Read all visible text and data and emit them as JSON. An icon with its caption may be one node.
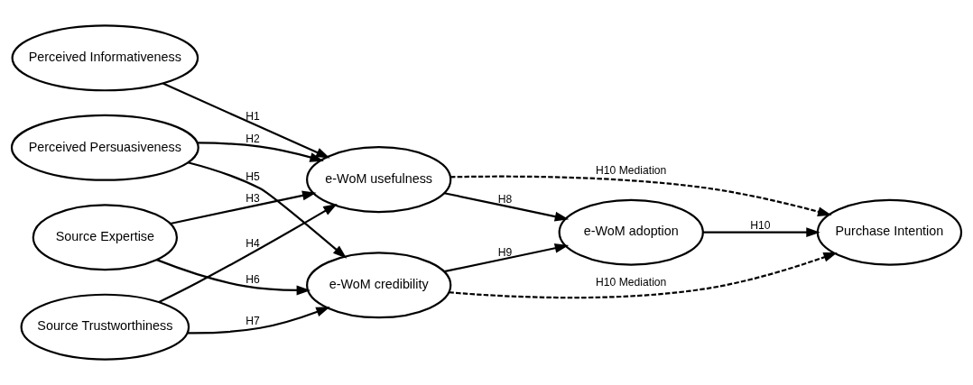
{
  "diagram": {
    "nodes": [
      {
        "text": [
          "Perceived Informativeness"
        ]
      },
      {
        "text": [
          "Perceived Persuasiveness"
        ]
      },
      {
        "text": [
          "Source Expertise"
        ]
      },
      {
        "text": [
          "Source Trustworthiness"
        ]
      },
      {
        "text": [
          "e-WoM usefulness"
        ]
      },
      {
        "text": [
          "e-WoM credibility"
        ]
      },
      {
        "text": [
          "e-WoM adoption"
        ]
      },
      {
        "text": [
          "Purchase Intention"
        ]
      }
    ],
    "edges": [
      {
        "from": 0,
        "to": 4,
        "arrow": "to",
        "label": "H1"
      },
      {
        "from": 1,
        "to": 4,
        "arrow": "to",
        "label": "H2"
      },
      {
        "from": 1,
        "to": 5,
        "arrow": "to",
        "label": "H5"
      },
      {
        "from": 2,
        "to": 4,
        "arrow": "to",
        "label": "H3"
      },
      {
        "from": 2,
        "to": 5,
        "arrow": "to",
        "label": "H6"
      },
      {
        "from": 3,
        "to": 4,
        "arrow": "to",
        "label": "H4"
      },
      {
        "from": 3,
        "to": 5,
        "arrow": "to",
        "label": "H7"
      },
      {
        "from": 4,
        "to": 6,
        "arrow": "to",
        "label": "H8"
      },
      {
        "from": 5,
        "to": 6,
        "arrow": "to",
        "label": "H9"
      },
      {
        "from": 6,
        "to": 7,
        "arrow": "to",
        "label": "H10"
      },
      {
        "from": 4,
        "to": 7,
        "arrow": "to",
        "label": "H10 Mediation",
        "style": "dashed"
      },
      {
        "from": 5,
        "to": 7,
        "arrow": "to",
        "label": "H10 Mediation",
        "style": "dashed"
      }
    ]
  }
}
